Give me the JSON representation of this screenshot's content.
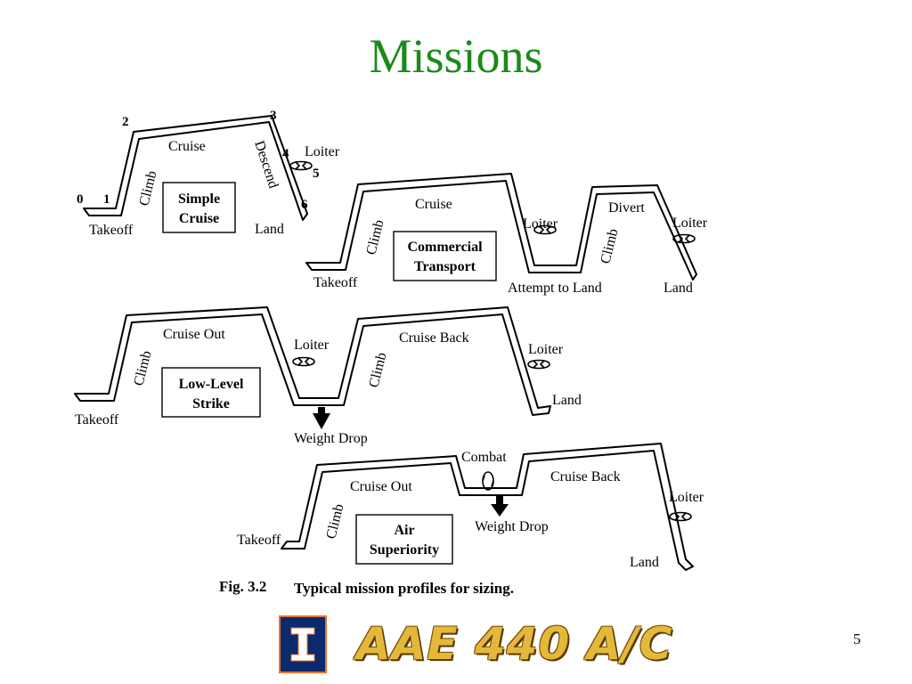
{
  "slide": {
    "title": "Missions",
    "page_number": "5",
    "course_logo_text": "AAE 440 A/C",
    "university_logo": "illinois-block-i-logo"
  },
  "figure": {
    "caption_number": "Fig. 3.2",
    "caption_text": "Typical mission profiles for sizing.",
    "simple_cruise": {
      "box_line1": "Simple",
      "box_line2": "Cruise",
      "points": [
        "0",
        "1",
        "2",
        "3",
        "4",
        "5",
        "6"
      ],
      "takeoff": "Takeoff",
      "climb": "Climb",
      "cruise": "Cruise",
      "descend": "Descend",
      "loiter": "Loiter",
      "land": "Land"
    },
    "commercial_transport": {
      "box_line1": "Commercial",
      "box_line2": "Transport",
      "takeoff": "Takeoff",
      "climb": "Climb",
      "cruise": "Cruise",
      "loiter": "Loiter",
      "attempt_to_land": "Attempt to Land",
      "climb2": "Climb",
      "divert": "Divert",
      "loiter2": "Loiter",
      "land": "Land"
    },
    "low_level_strike": {
      "box_line1": "Low-Level",
      "box_line2": "Strike",
      "takeoff": "Takeoff",
      "climb": "Climb",
      "cruise_out": "Cruise Out",
      "loiter": "Loiter",
      "weight_drop": "Weight Drop",
      "climb2": "Climb",
      "cruise_back": "Cruise Back",
      "loiter2": "Loiter",
      "land": "Land"
    },
    "air_superiority": {
      "box_line1": "Air",
      "box_line2": "Superiority",
      "takeoff": "Takeoff",
      "climb": "Climb",
      "cruise_out": "Cruise Out",
      "combat": "Combat",
      "weight_drop": "Weight Drop",
      "cruise_back": "Cruise Back",
      "loiter": "Loiter",
      "land": "Land"
    }
  }
}
